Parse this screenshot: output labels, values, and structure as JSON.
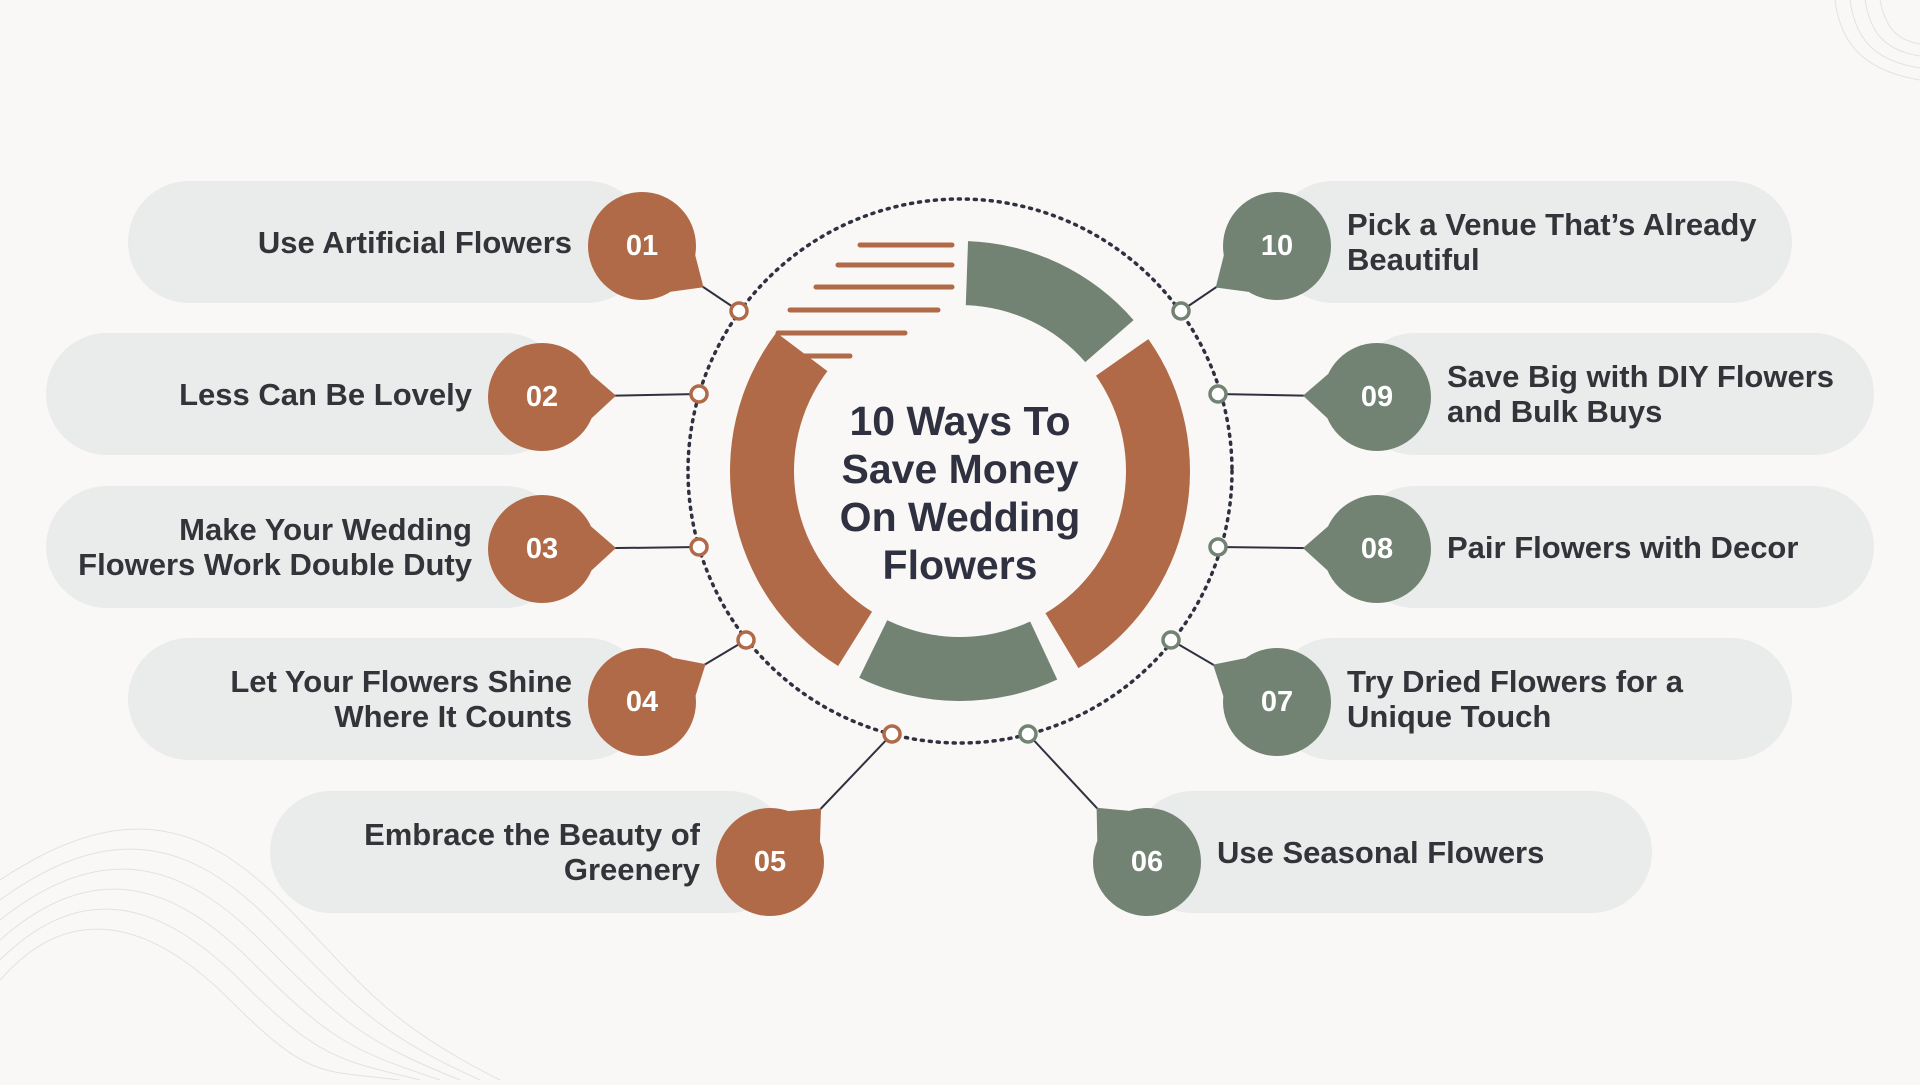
{
  "title": "10 Ways To Save Money On Wedding Flowers",
  "colors": {
    "rust": "#b06a47",
    "sage": "#728374",
    "pill": "#e9ecea",
    "text": "#33343a"
  },
  "items": [
    {
      "number": "01",
      "text": "Use Artificial Flowers"
    },
    {
      "number": "02",
      "text": "Less Can Be Lovely"
    },
    {
      "number": "03",
      "text": "Make Your Wedding Flowers Work Double Duty"
    },
    {
      "number": "04",
      "text": "Let Your Flowers Shine Where It Counts"
    },
    {
      "number": "05",
      "text": "Embrace the Beauty of Greenery"
    },
    {
      "number": "06",
      "text": "Use Seasonal Flowers"
    },
    {
      "number": "07",
      "text": "Try Dried Flowers for a Unique Touch"
    },
    {
      "number": "08",
      "text": "Pair Flowers with Decor"
    },
    {
      "number": "09",
      "text": "Save Big with DIY Flowers and Bulk Buys"
    },
    {
      "number": "10",
      "text": "Pick a Venue That’s Already Beautiful"
    }
  ]
}
